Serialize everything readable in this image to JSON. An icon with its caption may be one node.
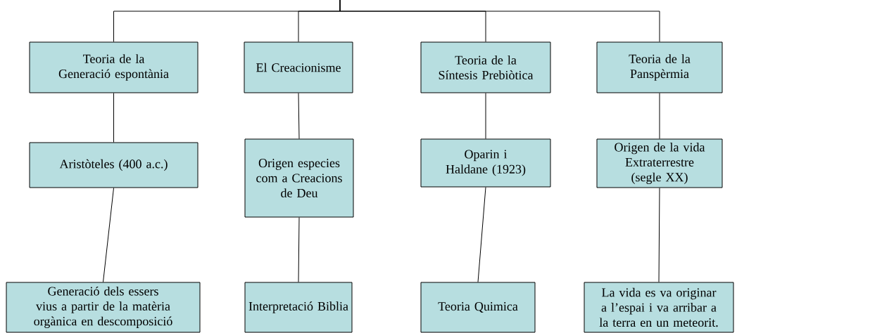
{
  "diagram": {
    "nodes": [
      {
        "text": [
          "Teoria de la Generació espontània"
        ]
      },
      {
        "text": [
          "Aristòteles (400 a.c.)"
        ]
      },
      {
        "text": [
          "Generació dels essers vius a partir de la matèria orgànica en descomposició"
        ]
      },
      {
        "text": [
          "El Creacionisme"
        ]
      },
      {
        "text": [
          "Origen especies com a Creacions de Deu"
        ]
      },
      {
        "text": [
          "Interpretació Biblia"
        ]
      },
      {
        "text": [
          "Teoria de la Síntesis Prebiòtica"
        ]
      },
      {
        "text": [
          "Oparin i Haldane (1923)"
        ]
      },
      {
        "text": [
          "Teoria Quimica"
        ]
      },
      {
        "text": [
          "Teoria de la Panspèrmia"
        ]
      },
      {
        "text": [
          "Origen de la vida Extraterrestre (segle XX)"
        ]
      },
      {
        "text": [
          "La vida es va originar a l’espai i va arribar a la terra en un meteorit."
        ]
      }
    ],
    "edges": [
      {
        "from": null,
        "to": 0,
        "arrow": "none"
      },
      {
        "from": null,
        "to": 3,
        "arrow": "none"
      },
      {
        "from": null,
        "to": 6,
        "arrow": "none"
      },
      {
        "from": null,
        "to": 9,
        "arrow": "none"
      },
      {
        "from": 0,
        "to": 1,
        "arrow": "none"
      },
      {
        "from": 1,
        "to": 2,
        "arrow": "none"
      },
      {
        "from": 3,
        "to": 4,
        "arrow": "none"
      },
      {
        "from": 4,
        "to": 5,
        "arrow": "none"
      },
      {
        "from": 6,
        "to": 7,
        "arrow": "none"
      },
      {
        "from": 7,
        "to": 8,
        "arrow": "none"
      },
      {
        "from": 9,
        "to": 10,
        "arrow": "none"
      },
      {
        "from": 10,
        "to": 11,
        "arrow": "none"
      }
    ]
  }
}
